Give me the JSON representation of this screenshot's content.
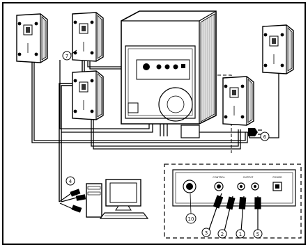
{
  "diagram": {
    "callouts": {
      "c1": "1",
      "c2": "2",
      "c3": "3",
      "c4": "4",
      "c5": "5",
      "c6": "6",
      "c7": "7",
      "c10": "10"
    },
    "panel": {
      "control_label": "CONTROL",
      "output_label": "OUTPUT",
      "power_label": "POWER"
    }
  }
}
